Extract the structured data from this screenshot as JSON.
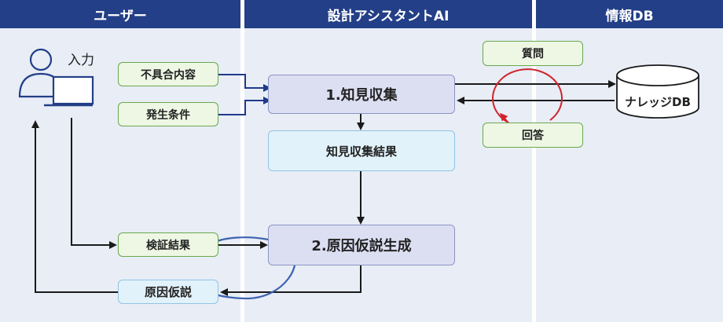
{
  "lanes": {
    "user": "ユーザー",
    "assistant": "設計アシスタントAI",
    "infodb": "情報DB"
  },
  "user": {
    "input_label": "入力"
  },
  "inputs": {
    "defect": "不具合内容",
    "condition": "発生条件",
    "verification": "検証結果",
    "hypothesis": "原因仮説"
  },
  "process": {
    "step1": "1.知見収集",
    "result1": "知見収集結果",
    "step2": "2.原因仮説生成"
  },
  "db": {
    "question": "質問",
    "answer": "回答",
    "name": "ナレッジDB"
  },
  "colors": {
    "lane_header": "#233f87",
    "lane_bg": "#e8edf6",
    "input_box": "#eef7e4",
    "process_box": "#dcdff2",
    "result_box": "#e2f2fb",
    "loop_red": "#d0242c",
    "loop_blue": "#3d63b0",
    "arrow_main": "#1a1a1a",
    "arrow_input": "#1f3a8a"
  }
}
